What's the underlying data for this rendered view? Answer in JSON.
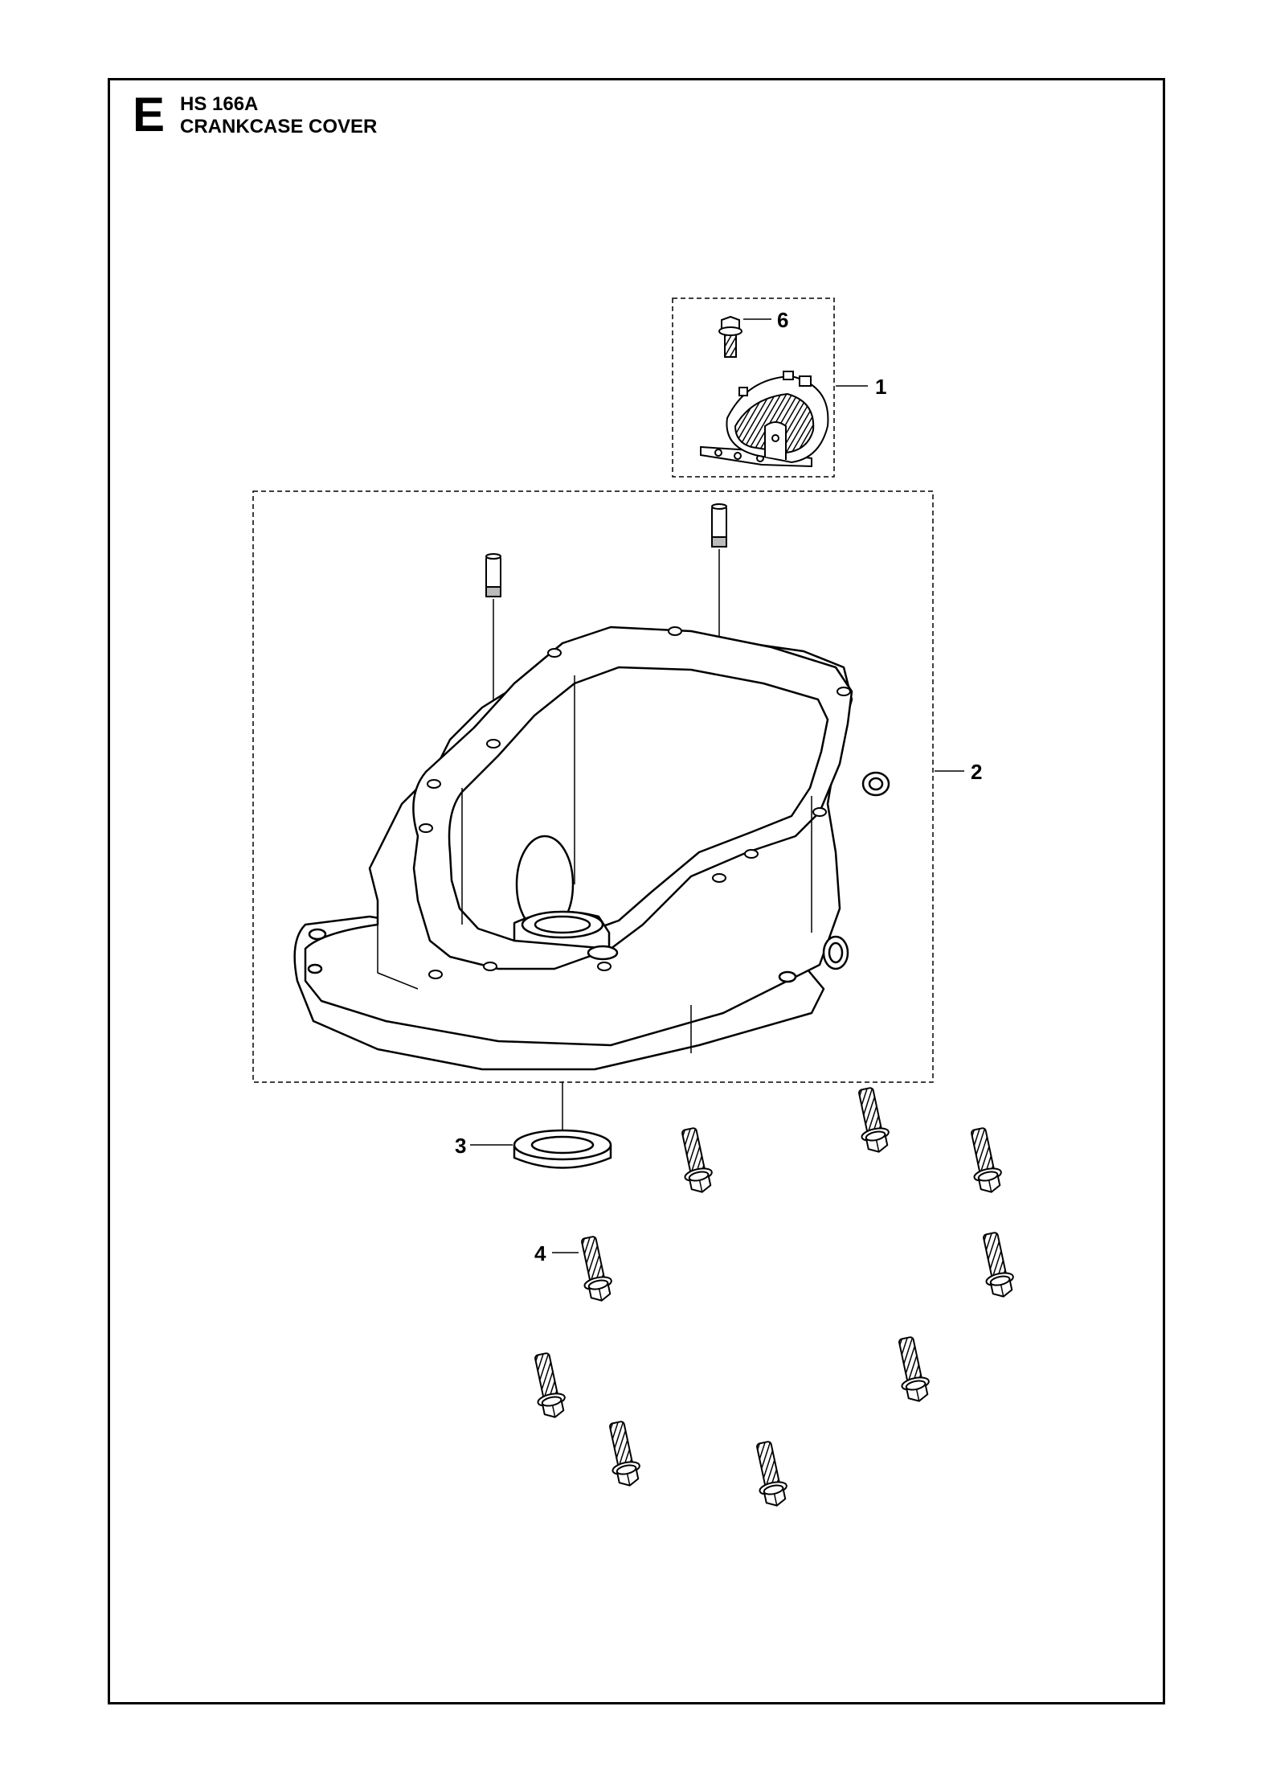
{
  "header": {
    "section_letter": "E",
    "model": "HS 166A",
    "title": "CRANKCASE COVER"
  },
  "callouts": [
    {
      "id": "6",
      "text": "6",
      "part": "bolt"
    },
    {
      "id": "1",
      "text": "1",
      "part": "ignition-module"
    },
    {
      "id": "2",
      "text": "2",
      "part": "crankcase-cover"
    },
    {
      "id": "3",
      "text": "3",
      "part": "oil-seal"
    },
    {
      "id": "4",
      "text": "4",
      "part": "flange-bolts"
    }
  ],
  "colors": {
    "line": "#000000",
    "background": "#ffffff"
  }
}
